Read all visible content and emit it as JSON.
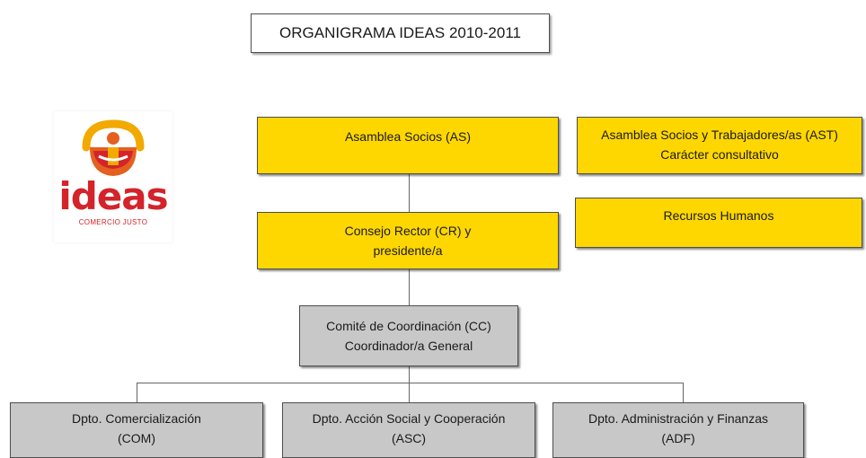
{
  "title": "ORGANIGRAMA IDEAS 2010-2011",
  "logo": {
    "wordmark": "ideas",
    "tagline": "COMERCIO JUSTO",
    "colors": {
      "orange": "#e4601e",
      "red": "#d4232a",
      "gold": "#f2a900"
    }
  },
  "colors": {
    "yellow": "#ffd700",
    "gray": "#c8c8c8",
    "border": "#4d4d4d"
  },
  "nodes": {
    "asamblea_socios": {
      "lines": [
        "Asamblea Socios (AS)"
      ]
    },
    "asamblea_socios_trabajadores": {
      "lines": [
        "Asamblea Socios y Trabajadores/as (AST)",
        "Carácter consultativo"
      ]
    },
    "recursos_humanos": {
      "lines": [
        "Recursos Humanos"
      ]
    },
    "consejo_rector": {
      "lines": [
        "Consejo Rector (CR) y",
        "presidente/a"
      ]
    },
    "comite_coordinacion": {
      "lines": [
        "Comité de Coordinación (CC)",
        "Coordinador/a General"
      ]
    },
    "dpto_comercializacion": {
      "lines": [
        "Dpto. Comercialización",
        "(COM)"
      ]
    },
    "dpto_accion_social": {
      "lines": [
        "Dpto. Acción Social y Cooperación",
        "(ASC)"
      ]
    },
    "dpto_administracion": {
      "lines": [
        "Dpto. Administración y Finanzas",
        "(ADF)"
      ]
    }
  }
}
